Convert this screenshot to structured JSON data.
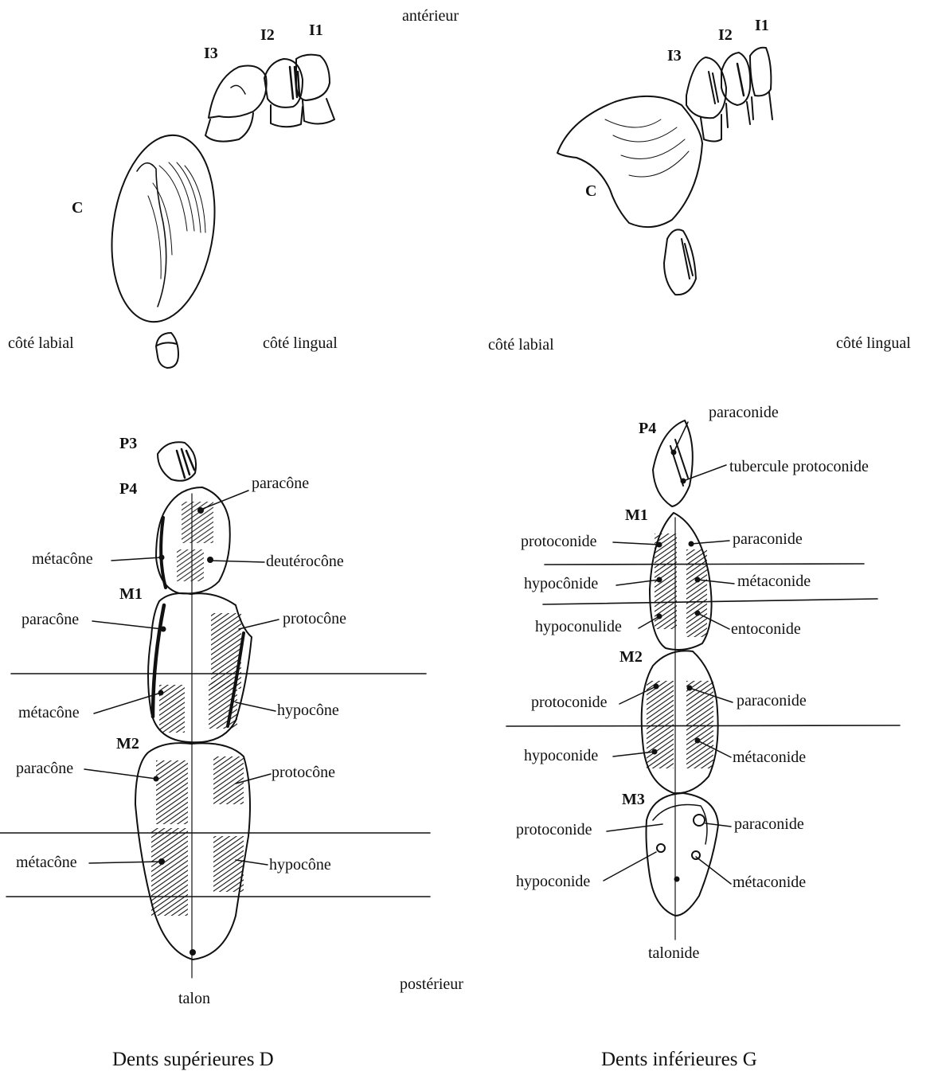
{
  "orientation": {
    "anterior": "antérieur",
    "posterior": "postérieur"
  },
  "upper": {
    "caption": "Dents supérieures D",
    "side_labial": "côté labial",
    "side_lingual": "côté lingual",
    "teeth": {
      "I1": "I1",
      "I2": "I2",
      "I3": "I3",
      "C": "C",
      "P3": "P3",
      "P4": "P4",
      "M1": "M1",
      "M2": "M2"
    },
    "cusps": {
      "p4_paracone": "paracône",
      "p4_metacone": "métacône",
      "p4_deuterocone": "deutérocône",
      "m1_paracone": "paracône",
      "m1_protocone": "protocône",
      "m1_metacone": "métacône",
      "m1_hypocone": "hypocône",
      "m2_paracone": "paracône",
      "m2_protocone": "protocône",
      "m2_metacone": "métacône",
      "m2_hypocone": "hypocône",
      "talon": "talon"
    }
  },
  "lower": {
    "caption": "Dents inférieures G",
    "side_labial": "côté labial",
    "side_lingual": "côté lingual",
    "teeth": {
      "I1": "I1",
      "I2": "I2",
      "I3": "I3",
      "C": "C",
      "P4": "P4",
      "M1": "M1",
      "M2": "M2",
      "M3": "M3"
    },
    "cusps": {
      "p4_paraconide": "paraconide",
      "p4_tubercule": "tubercule protoconide",
      "m1_protoconide": "protoconide",
      "m1_paraconide": "paraconide",
      "m1_hypoconide": "hypocônide",
      "m1_metaconide": "métaconide",
      "m1_hypoconulide": "hypoconulide",
      "m1_entoconide": "entoconide",
      "m2_protoconide": "protoconide",
      "m2_paraconide": "paraconide",
      "m2_hypoconide": "hypoconide",
      "m2_metaconide": "métaconide",
      "m3_protoconide": "protoconide",
      "m3_paraconide": "paraconide",
      "m3_hypoconide": "hypoconide",
      "m3_metaconide": "métaconide",
      "talonide": "talonide"
    }
  }
}
